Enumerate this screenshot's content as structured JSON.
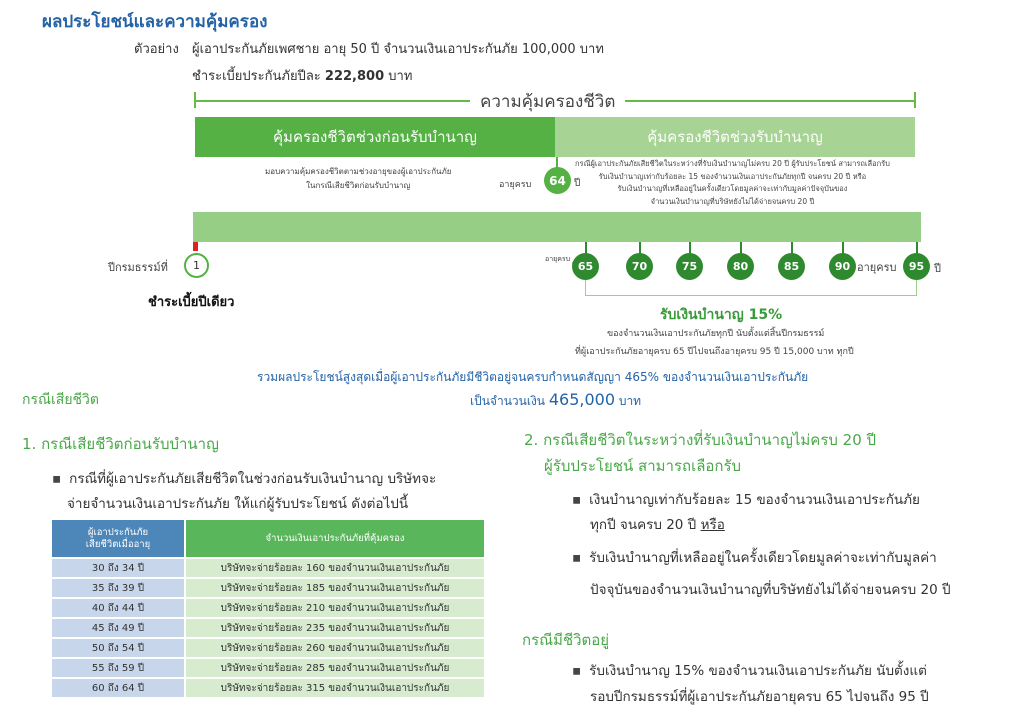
{
  "title": "ผลประโยชน์และความคุ้มครอง",
  "example": {
    "label": "ตัวอย่าง",
    "line1": "ผู้เอาประกันภัยเพศชาย อายุ 50 ปี จำนวนเงินเอาประกันภัย 100,000 บาท",
    "line2_prefix": "ชำระเบี้ยประกันภัยปีละ",
    "premium": "222,800",
    "line2_suffix": "บาท"
  },
  "coverage": {
    "bracket_label": "ความคุ้มครองชีวิต",
    "phase1": "คุ้มครองชีวิตช่วงก่อนรับบำนาญ",
    "phase2": "คุ้มครองชีวิตช่วงรับบำนาญ",
    "phase1_desc": [
      "มอบความคุ้มครองชีวิตตามช่วงอายุของผู้เอาประกันภัย",
      "ในกรณีเสียชีวิตก่อนรับบำนาญ"
    ],
    "phase2_desc": [
      "กรณีผู้เอาประกันภัยเสียชีวิตในระหว่างที่รับเงินบำนาญไม่ครบ 20 ปี ผู้รับประโยชน์ สามารถเลือกรับ",
      "รับเงินบำนาญเท่ากับร้อยละ 15 ของจำนวนเงินเอาประกันภัยทุกปี จนครบ 20 ปี หรือ",
      "รับเงินบำนาญที่เหลืออยู่ในครั้งเดียวโดยมูลค่าจะเท่ากับมูลค่าปัจจุบันของ",
      "จำนวนเงินบำนาญที่บริษัทยังไม่ได้จ่ายจนครบ 20 ปี"
    ],
    "age_label": "อายุครบ",
    "age_64": "64",
    "year_unit": "ปี"
  },
  "timeline": {
    "policy_year_label": "ปีกรมธรรม์ที่",
    "policy_year": "1",
    "single_pay": "ชำระเบี้ยปีเดียว",
    "age_small": "อายุครบ",
    "ages": [
      "65",
      "70",
      "75",
      "80",
      "85",
      "90",
      "95"
    ],
    "age_label_end": "อายุครบ",
    "year_unit": "ปี"
  },
  "annuity": {
    "title": "รับเงินบำนาญ 15%",
    "desc1": "ของจำนวนเงินเอาประกันภัยทุกปี นับตั้งแต่สิ้นปีกรมธรรม์",
    "desc2": "ที่ผู้เอาประกันภัยอายุครบ 65 ปีไปจนถึงอายุครบ 95 ปี 15,000 บาท ทุกปี"
  },
  "summary": {
    "line1": "รวมผลประโยชน์สูงสุดเมื่อผู้เอาประกันภัยมีชีวิตอยู่จนครบกำหนดสัญญา 465% ของจำนวนเงินเอาประกันภัย",
    "line2_prefix": "เป็นจำนวนเงิน",
    "amount": "465,000",
    "line2_suffix": "บาท"
  },
  "death_case": {
    "heading": "กรณีเสียชีวิต",
    "s1_title": "1. กรณีเสียชีวิตก่อนรับบำนาญ",
    "s1_b1a": "กรณีที่ผู้เอาประกันภัยเสียชีวิตในช่วงก่อนรับเงินบำนาญ บริษัทจะ",
    "s1_b1b": "จ่ายจำนวนเงินเอาประกันภัย ให้แก่ผู้รับประโยชน์  ดังต่อไปนี้",
    "table": {
      "col1": [
        "ผู้เอาประกันภัย",
        "เสียชีวิตเมื่ออายุ"
      ],
      "col2": "จำนวนเงินเอาประกันภัยที่คุ้มครอง",
      "rows": [
        [
          "30  ถึง 34 ปี",
          "บริษัทจะจ่ายร้อยละ 160 ของจำนวนเงินเอาประกันภัย"
        ],
        [
          "35  ถึง 39 ปี",
          "บริษัทจะจ่ายร้อยละ 185 ของจำนวนเงินเอาประกันภัย"
        ],
        [
          "40  ถึง 44 ปี",
          "บริษัทจะจ่ายร้อยละ 210 ของจำนวนเงินเอาประกันภัย"
        ],
        [
          "45  ถึง 49 ปี",
          "บริษัทจะจ่ายร้อยละ 235 ของจำนวนเงินเอาประกันภัย"
        ],
        [
          "50  ถึง 54 ปี",
          "บริษัทจะจ่ายร้อยละ 260 ของจำนวนเงินเอาประกันภัย"
        ],
        [
          "55  ถึง 59 ปี",
          "บริษัทจะจ่ายร้อยละ 285 ของจำนวนเงินเอาประกันภัย"
        ],
        [
          "60  ถึง 64 ปี",
          "บริษัทจะจ่ายร้อยละ 315 ของจำนวนเงินเอาประกันภัย"
        ]
      ]
    },
    "s2_title1": "2. กรณีเสียชีวิตในระหว่างที่รับเงินบำนาญไม่ครบ 20 ปี",
    "s2_title2": "ผู้รับประโยชน์ สามารถเลือกรับ",
    "s2_b1a": "เงินบำนาญเท่ากับร้อยละ 15 ของจำนวนเงินเอาประกันภัย",
    "s2_b1b_prefix": "ทุกปี จนครบ 20 ปี",
    "s2_b1b_or": "หรือ",
    "s2_b2a": "รับเงินบำนาญที่เหลืออยู่ในครั้งเดียวโดยมูลค่าจะเท่ากับมูลค่า",
    "s2_b2b": "ปัจจุบันของจำนวนเงินบำนาญที่บริษัทยังไม่ได้จ่ายจนครบ 20 ปี"
  },
  "alive_case": {
    "heading": "กรณีมีชีวิตอยู่",
    "b1a": "รับเงินบำนาญ 15% ของจำนวนเงินเอาประกันภัย นับตั้งแต่",
    "b1b": "รอบปีกรมธรรม์ที่ผู้เอาประกันภัยอายุครบ 65 ไปจนถึง 95 ปี"
  }
}
